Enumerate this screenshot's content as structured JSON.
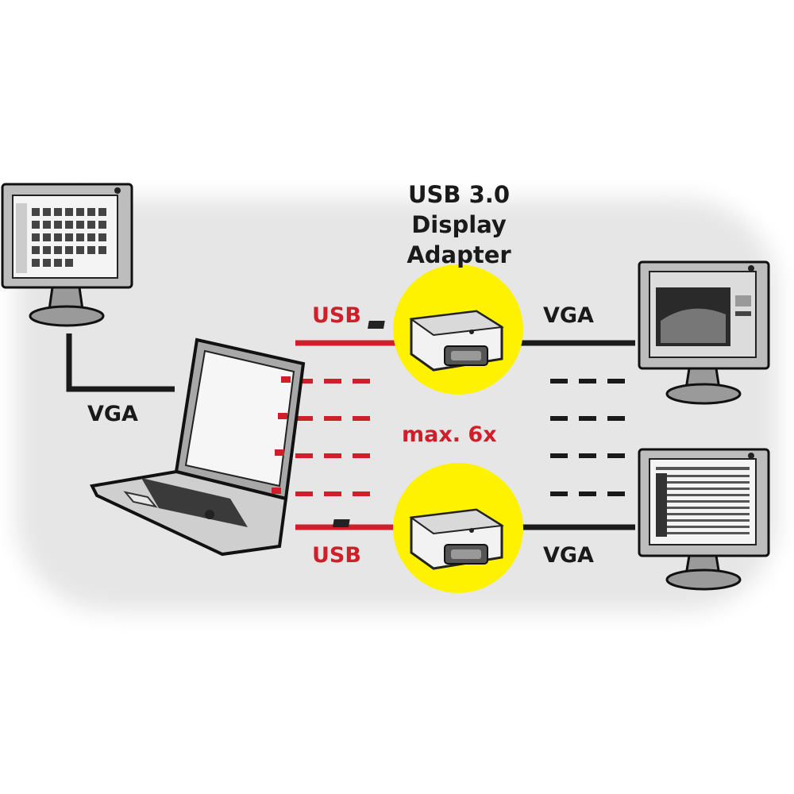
{
  "title": {
    "line1": "USB 3.0",
    "line2": "Display",
    "line3": "Adapter"
  },
  "labels": {
    "vga_left": "VGA",
    "usb_top": "USB",
    "usb_bottom": "USB",
    "vga_top_right": "VGA",
    "vga_bottom_right": "VGA",
    "max": "max. 6x"
  },
  "colors": {
    "usb_line": "#d01f2a",
    "vga_line": "#1a1a1a",
    "adapter_circle": "#fff200",
    "label_red": "#d01f2a",
    "label_dark": "#1a1a1a"
  }
}
